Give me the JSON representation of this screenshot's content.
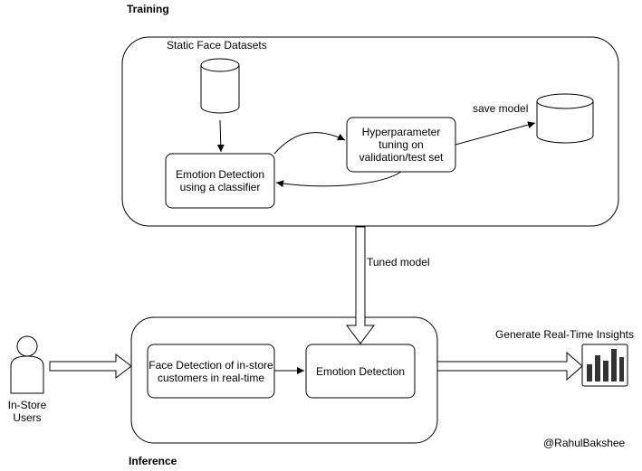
{
  "sections": {
    "training_title": "Training",
    "inference_title": "Inference"
  },
  "training": {
    "dataset_label": "Static Face Datasets",
    "classifier_box": "Emotion Detection\nusing a classifier",
    "hyperparam_box": "Hyperparameter\ntuning on\nvalidation/test set",
    "save_model_label": "save model"
  },
  "connector": {
    "tuned_model_label": "Tuned model"
  },
  "inference": {
    "users_label": "In-Store\nUsers",
    "face_detection_box": "Face Detection of in-store\ncustomers in real-time",
    "emotion_box": "Emotion Detection",
    "insights_label": "Generate Real-Time Insights"
  },
  "credit": "@RahulBakshee",
  "icons": [
    "database-icon",
    "database-icon",
    "user-icon",
    "bar-chart-icon"
  ]
}
